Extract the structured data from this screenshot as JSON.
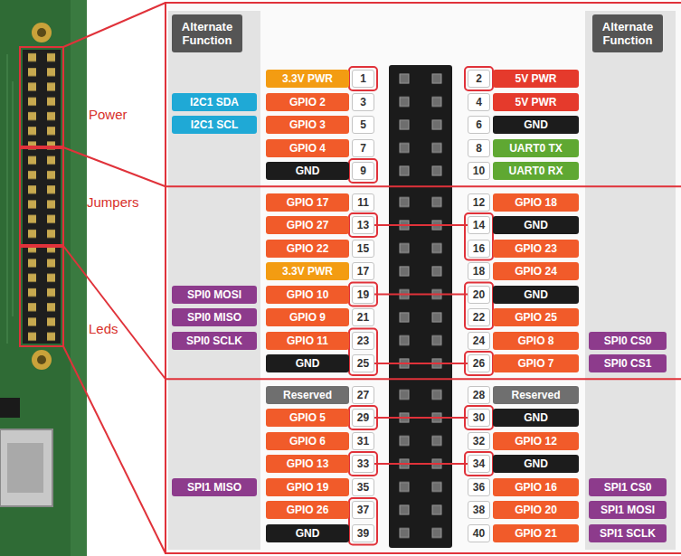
{
  "diagram": {
    "nodes": [
      {
        "text": [
          "Alternate Function"
        ]
      },
      {
        "text": [
          "Alternate Function"
        ]
      },
      {
        "text": [
          "3.3V PWR"
        ]
      },
      {
        "text": [
          "1"
        ]
      },
      {
        "text": [
          "2"
        ]
      },
      {
        "text": [
          "5V PWR"
        ]
      },
      {
        "text": [
          "I2C1 SDA"
        ]
      },
      {
        "text": [
          "GPIO 2"
        ]
      },
      {
        "text": [
          "3"
        ]
      },
      {
        "text": [
          "4"
        ]
      },
      {
        "text": [
          "5V PWR"
        ]
      },
      {
        "text": [
          "I2C1 SCL"
        ]
      },
      {
        "text": [
          "GPIO 3"
        ]
      },
      {
        "text": [
          "5"
        ]
      },
      {
        "text": [
          "6"
        ]
      },
      {
        "text": [
          "GND"
        ]
      },
      {
        "text": [
          "GPIO 4"
        ]
      },
      {
        "text": [
          "7"
        ]
      },
      {
        "text": [
          "8"
        ]
      },
      {
        "text": [
          "UART0 TX"
        ]
      },
      {
        "text": [
          "GND"
        ]
      },
      {
        "text": [
          "9"
        ]
      },
      {
        "text": [
          "10"
        ]
      },
      {
        "text": [
          "UART0 RX"
        ]
      },
      {
        "text": [
          "GPIO 17"
        ]
      },
      {
        "text": [
          "11"
        ]
      },
      {
        "text": [
          "12"
        ]
      },
      {
        "text": [
          "GPIO 18"
        ]
      },
      {
        "text": [
          "GPIO 27"
        ]
      },
      {
        "text": [
          "13"
        ]
      },
      {
        "text": [
          "14"
        ]
      },
      {
        "text": [
          "GND"
        ]
      },
      {
        "text": [
          "GPIO 22"
        ]
      },
      {
        "text": [
          "15"
        ]
      },
      {
        "text": [
          "16"
        ]
      },
      {
        "text": [
          "GPIO 23"
        ]
      },
      {
        "text": [
          "3.3V PWR"
        ]
      },
      {
        "text": [
          "17"
        ]
      },
      {
        "text": [
          "18"
        ]
      },
      {
        "text": [
          "GPIO 24"
        ]
      },
      {
        "text": [
          "SPI0 MOSI"
        ]
      },
      {
        "text": [
          "GPIO 10"
        ]
      },
      {
        "text": [
          "19"
        ]
      },
      {
        "text": [
          "20"
        ]
      },
      {
        "text": [
          "GND"
        ]
      },
      {
        "text": [
          "SPI0 MISO"
        ]
      },
      {
        "text": [
          "GPIO 9"
        ]
      },
      {
        "text": [
          "21"
        ]
      },
      {
        "text": [
          "22"
        ]
      },
      {
        "text": [
          "GPIO 25"
        ]
      },
      {
        "text": [
          "SPI0 SCLK"
        ]
      },
      {
        "text": [
          "GPIO 11"
        ]
      },
      {
        "text": [
          "23"
        ]
      },
      {
        "text": [
          "24"
        ]
      },
      {
        "text": [
          "GPIO 8"
        ]
      },
      {
        "text": [
          "SPI0 CS0"
        ]
      },
      {
        "text": [
          "GND"
        ]
      },
      {
        "text": [
          "25"
        ]
      },
      {
        "text": [
          "26"
        ]
      },
      {
        "text": [
          "GPIO 7"
        ]
      },
      {
        "text": [
          "SPI0 CS1"
        ]
      },
      {
        "text": [
          "Reserved"
        ]
      },
      {
        "text": [
          "27"
        ]
      },
      {
        "text": [
          "28"
        ]
      },
      {
        "text": [
          "Reserved"
        ]
      },
      {
        "text": [
          "GPIO 5"
        ]
      },
      {
        "text": [
          "29"
        ]
      },
      {
        "text": [
          "30"
        ]
      },
      {
        "text": [
          "GND"
        ]
      },
      {
        "text": [
          "GPIO 6"
        ]
      },
      {
        "text": [
          "31"
        ]
      },
      {
        "text": [
          "32"
        ]
      },
      {
        "text": [
          "GPIO 12"
        ]
      },
      {
        "text": [
          "GPIO 13"
        ]
      },
      {
        "text": [
          "33"
        ]
      },
      {
        "text": [
          "34"
        ]
      },
      {
        "text": [
          "GND"
        ]
      },
      {
        "text": [
          "SPI1 MISO"
        ]
      },
      {
        "text": [
          "GPIO 19"
        ]
      },
      {
        "text": [
          "35"
        ]
      },
      {
        "text": [
          "36"
        ]
      },
      {
        "text": [
          "GPIO 16"
        ]
      },
      {
        "text": [
          "SPI1 CS0"
        ]
      },
      {
        "text": [
          "GPIO 26"
        ]
      },
      {
        "text": [
          "37"
        ]
      },
      {
        "text": [
          "38"
        ]
      },
      {
        "text": [
          "GPIO 20"
        ]
      },
      {
        "text": [
          "SPI1 MOSI"
        ]
      },
      {
        "text": [
          "GND"
        ]
      },
      {
        "text": [
          "39"
        ]
      },
      {
        "text": [
          "40"
        ]
      },
      {
        "text": [
          "GPIO 21"
        ]
      },
      {
        "text": [
          "SPI1 SCLK"
        ]
      }
    ],
    "edges": [
      {
        "from": 29,
        "to": 30,
        "arrow": "none"
      },
      {
        "from": 42,
        "to": 43,
        "arrow": "none"
      },
      {
        "from": 57,
        "to": 58,
        "arrow": "none"
      },
      {
        "from": 66,
        "to": 67,
        "arrow": "none"
      },
      {
        "from": 74,
        "to": 75,
        "arrow": "none"
      }
    ],
    "labels": [
      "Power",
      "Jumpers",
      "Leds"
    ]
  }
}
